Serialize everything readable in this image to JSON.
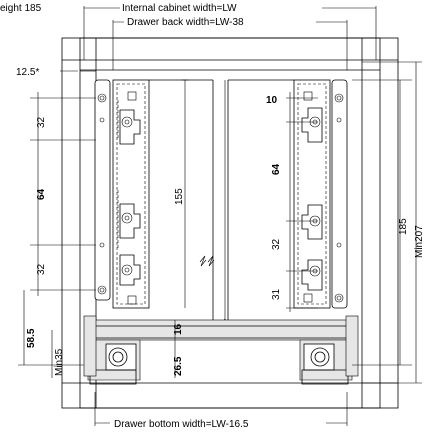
{
  "labels": {
    "height": "eight 185",
    "internal_width": "Internal cabinet width=LW",
    "back_width": "Drawer back width=LW-38",
    "bottom_width": "Drawer bottom width=LW-16.5",
    "d_12_5": "12.5*",
    "d_32_top_left": "32",
    "d_64_left": "64",
    "d_32_bot_left": "32",
    "d_155": "155",
    "d_58_5": "58.5",
    "d_min35": "Min35",
    "d_16": "16",
    "d_26_5": "26.5",
    "d_10": "10",
    "d_64_right": "64",
    "d_32_right": "32",
    "d_31_right": "31",
    "d_185_right": "185",
    "d_min207": "Min207"
  }
}
